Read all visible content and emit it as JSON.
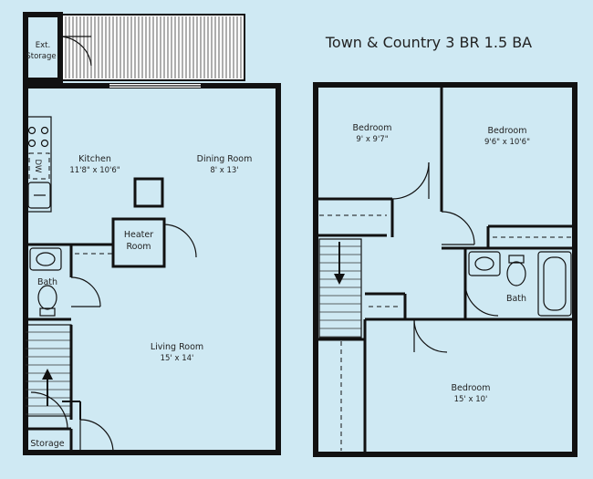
{
  "title": "Town & Country 3 BR 1.5 BA",
  "first_floor": {
    "ext_storage": [
      "Ext.",
      "Storage"
    ],
    "kitchen": {
      "name": "Kitchen",
      "dims": "11'8\" x 10'6\""
    },
    "dining": {
      "name": "Dining Room",
      "dims": "8' x 13'"
    },
    "heater": [
      "Heater",
      "Room"
    ],
    "bath": "Bath",
    "living": {
      "name": "Living Room",
      "dims": "15' x 14'"
    },
    "storage": "Storage",
    "dw": "DW"
  },
  "second_floor": {
    "bedroom1": {
      "name": "Bedroom",
      "dims": "9' x 9'7\""
    },
    "bedroom2": {
      "name": "Bedroom",
      "dims": "9'6\" x 10'6\""
    },
    "bath": "Bath",
    "bedroom3": {
      "name": "Bedroom",
      "dims": "15' x 10'"
    }
  }
}
